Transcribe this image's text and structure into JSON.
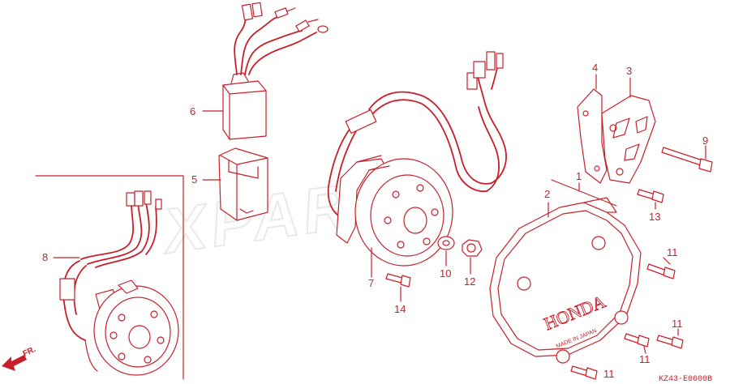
{
  "watermark": "XPARTS",
  "diagram_code": "KZ43-E0600B",
  "direction_label": "FR.",
  "cover_brand": "HONDA",
  "cover_made_in": "MADE IN JAPAN",
  "callouts": [
    {
      "id": "c1",
      "text": "1"
    },
    {
      "id": "c2",
      "text": "2"
    },
    {
      "id": "c3",
      "text": "3"
    },
    {
      "id": "c4",
      "text": "4"
    },
    {
      "id": "c5",
      "text": "5"
    },
    {
      "id": "c6",
      "text": "6"
    },
    {
      "id": "c7",
      "text": "7"
    },
    {
      "id": "c8",
      "text": "8"
    },
    {
      "id": "c9",
      "text": "9"
    },
    {
      "id": "c10",
      "text": "10"
    },
    {
      "id": "c11a",
      "text": "11"
    },
    {
      "id": "c11b",
      "text": "11"
    },
    {
      "id": "c11c",
      "text": "11"
    },
    {
      "id": "c11d",
      "text": "11"
    },
    {
      "id": "c12",
      "text": "12"
    },
    {
      "id": "c13",
      "text": "13"
    },
    {
      "id": "c14",
      "text": "14"
    }
  ],
  "colors": {
    "line": "#c8202a",
    "background": "#ffffff",
    "watermark": "#e9e9e9"
  }
}
